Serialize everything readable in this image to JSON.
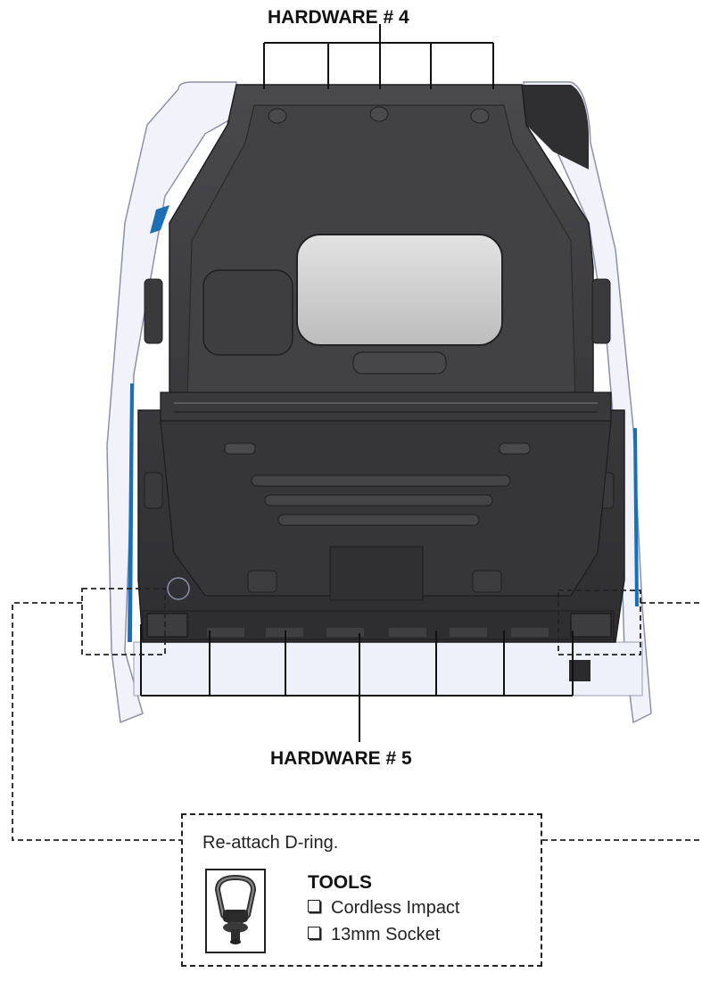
{
  "labels": {
    "hardware_top": "HARDWARE # 4",
    "hardware_bottom": "HARDWARE # 5"
  },
  "instruction": {
    "text": "Re-attach D-ring.",
    "tools_heading": "TOOLS",
    "tools": [
      "Cordless Impact",
      "13mm Socket"
    ]
  },
  "icons": {
    "d_ring": "d-ring-icon",
    "checkbox": "checkbox-icon"
  },
  "colors": {
    "partition": "#3a3a3c",
    "van_body": "#f2f3fa",
    "accent_blue": "#1a6fb5",
    "line": "#111111"
  }
}
